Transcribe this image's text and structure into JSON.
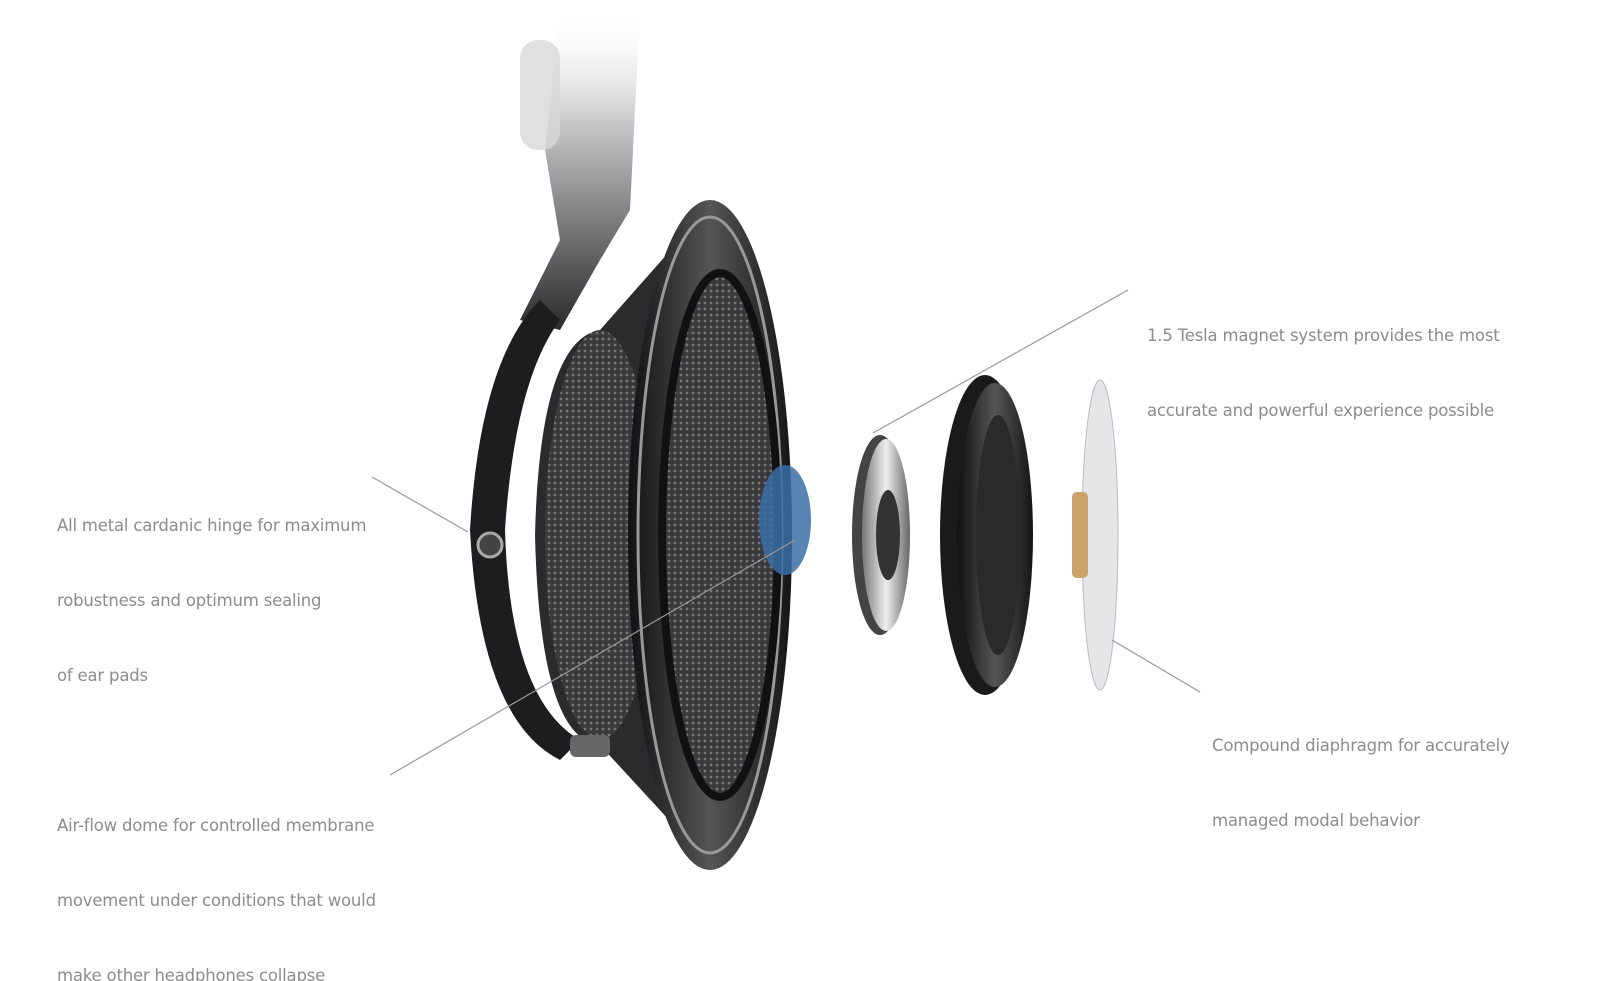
{
  "callouts": {
    "magnet": [
      "1.5 Tesla magnet system provides the most",
      "accurate and powerful experience possible"
    ],
    "hinge": [
      "All metal cardanic hinge for maximum",
      "robustness and optimum sealing",
      "of ear pads"
    ],
    "dome": [
      "Air-flow dome for controlled membrane",
      "movement under conditions that would",
      "make other headphones collapse"
    ],
    "diaphragm": [
      "Compound diaphragm for accurately",
      "managed modal behavior"
    ]
  },
  "colors": {
    "text": "#8c8c8c",
    "leader": "#9a9a9a",
    "metal_dark": "#1e1e20",
    "accent_blue": "#3a6ea5"
  }
}
